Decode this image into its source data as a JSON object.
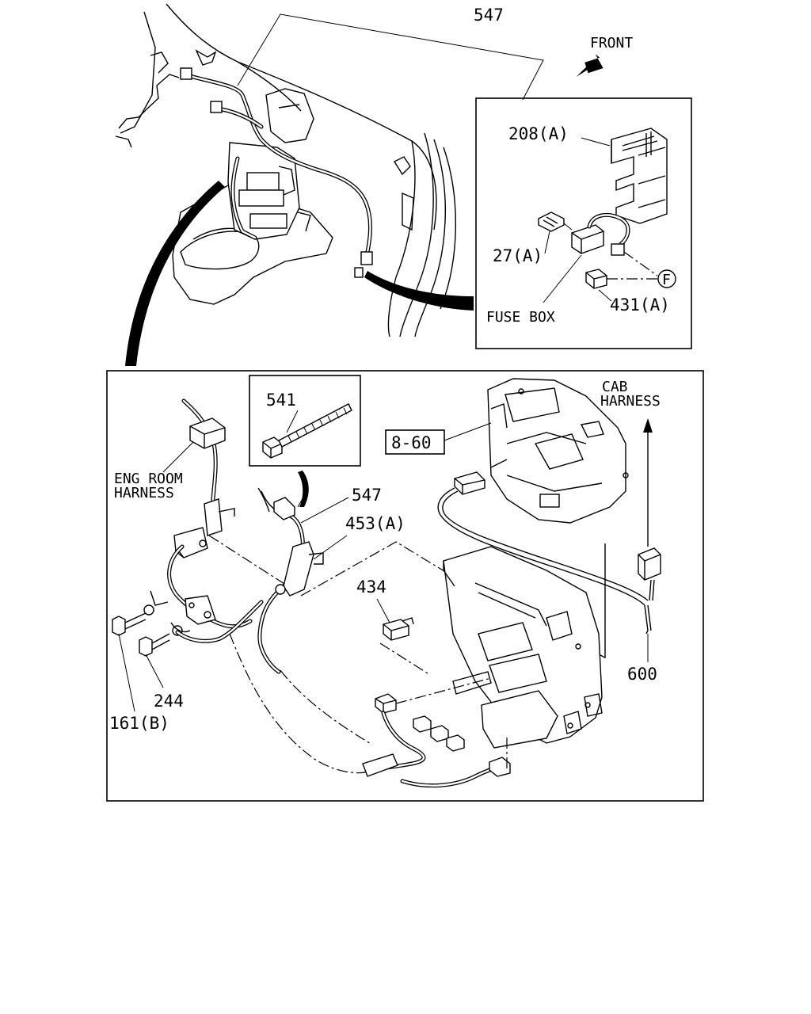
{
  "labels": {
    "top_547": "547",
    "front": "FRONT",
    "p208a": "208(A)",
    "p27a": "27(A)",
    "fuse_box": "FUSE BOX",
    "p431a": "431(A)",
    "circle_f": "F",
    "p541": "541",
    "p8_60": "8-60",
    "cab_harness_1": "CAB",
    "cab_harness_2": "HARNESS",
    "eng_room_1": "ENG ROOM",
    "eng_room_2": "HARNESS",
    "lower_547": "547",
    "p453a": "453(A)",
    "p434": "434",
    "p600": "600",
    "p244": "244",
    "p161b": "161(B)"
  },
  "icons": {
    "front_arrow": "front-arrow-icon",
    "cab_arrow": "up-arrow-icon"
  }
}
